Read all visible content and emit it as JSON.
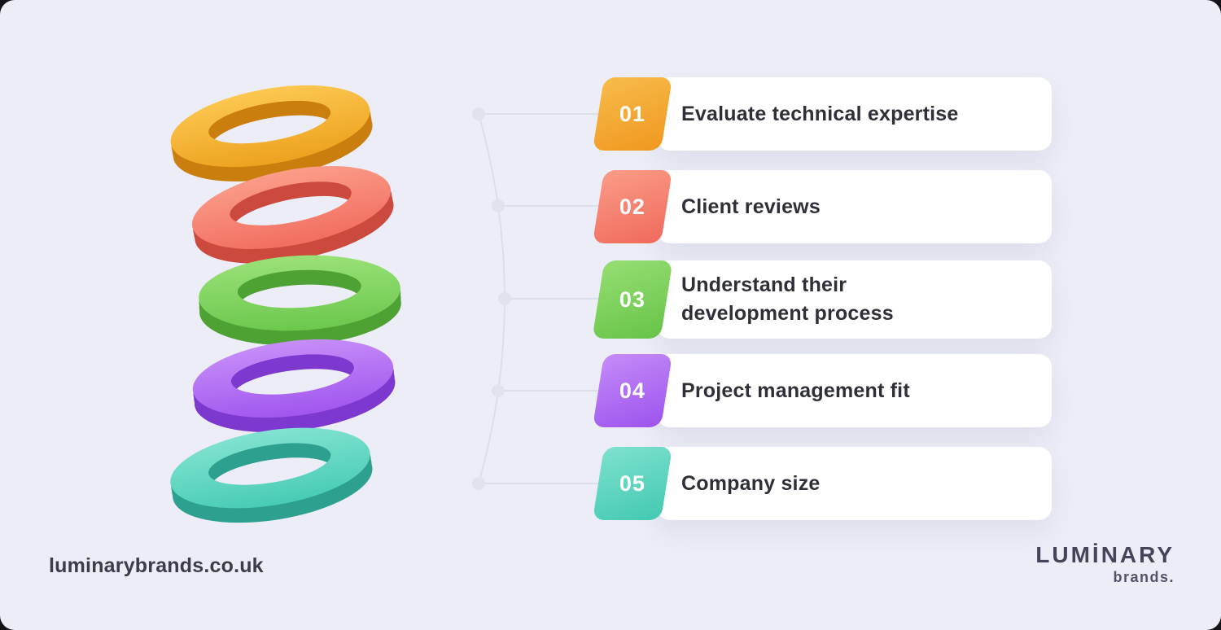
{
  "background_color": "#ecedf6",
  "connector": {
    "line_color": "#dcdee9",
    "dot_color": "#e1e2ec"
  },
  "steps": [
    {
      "number": "01",
      "label": "Evaluate technical expertise",
      "tab_light": "#f7bb4b",
      "tab_dark": "#f0981f"
    },
    {
      "number": "02",
      "label": "Client reviews",
      "tab_light": "#fa9c87",
      "tab_dark": "#f16a5c"
    },
    {
      "number": "03",
      "label": "Understand their development process",
      "tab_light": "#96de74",
      "tab_dark": "#67c447"
    },
    {
      "number": "04",
      "label": "Project management fit",
      "tab_light": "#c58cf8",
      "tab_dark": "#9d53ed"
    },
    {
      "number": "05",
      "label": "Company size",
      "tab_light": "#7ee1cf",
      "tab_dark": "#43c9b1"
    }
  ],
  "rings": [
    {
      "name": "orange",
      "light": "#fcc851",
      "base": "#eda21f",
      "dark": "#c97e0e"
    },
    {
      "name": "coral",
      "light": "#fb9d89",
      "base": "#f26e60",
      "dark": "#cc4a3d"
    },
    {
      "name": "green",
      "light": "#9ae178",
      "base": "#6cc84d",
      "dark": "#4da233"
    },
    {
      "name": "purple",
      "light": "#c78ef9",
      "base": "#a156ee",
      "dark": "#7c38cf"
    },
    {
      "name": "teal",
      "light": "#82e3d1",
      "base": "#48ccb5",
      "dark": "#2da08f"
    }
  ],
  "footer": {
    "website": "luminarybrands.co.uk"
  },
  "logo": {
    "name": "LUMİNARY",
    "descriptor": "brands."
  }
}
